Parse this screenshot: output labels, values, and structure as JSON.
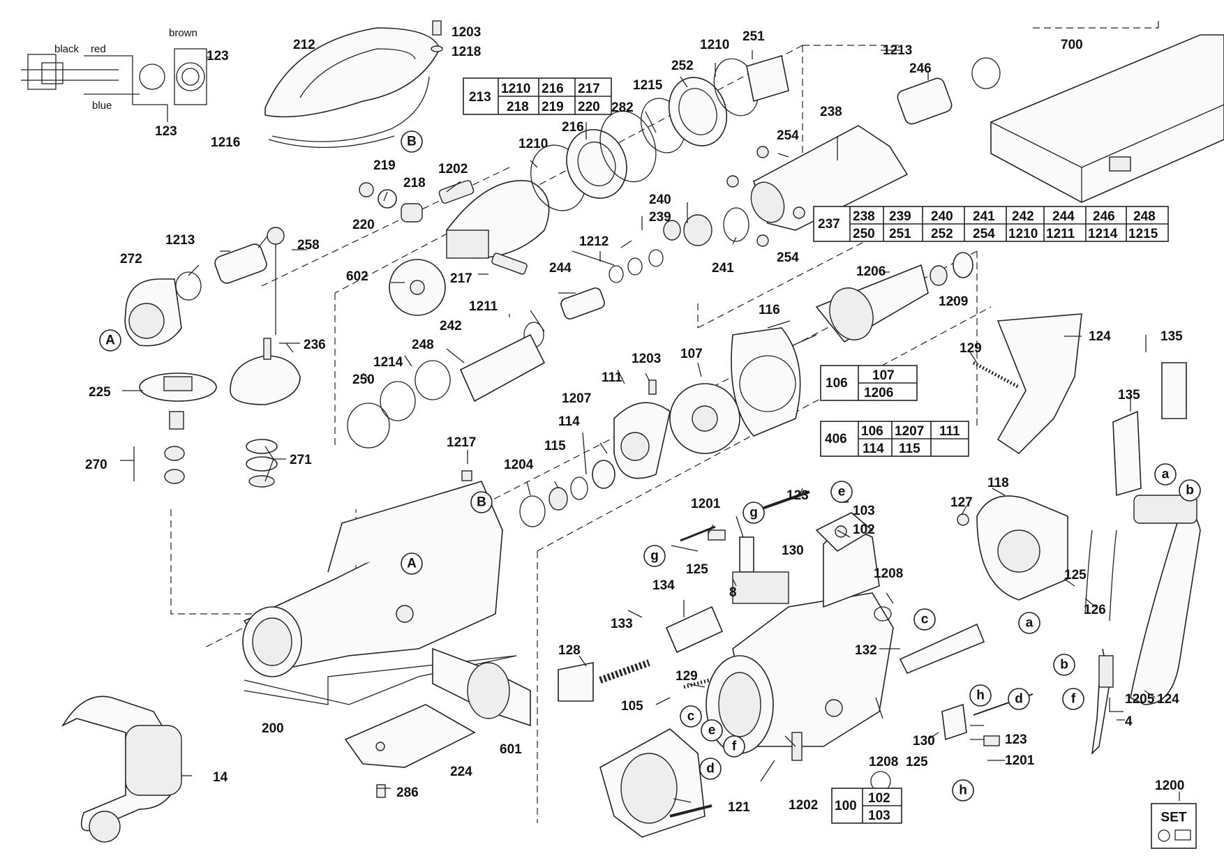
{
  "wiring": {
    "black": "black",
    "red": "red",
    "brown": "brown",
    "blue": "blue"
  },
  "labels": {
    "l123a": "123",
    "l123b": "123",
    "l212": "212",
    "l1203a": "1203",
    "l1218": "1218",
    "l1216": "1216",
    "l219": "219",
    "l1202a": "1202",
    "l218": "218",
    "l220": "220",
    "l1213a": "1213",
    "l258": "258",
    "l272": "272",
    "l602": "602",
    "l217": "217",
    "l1210a": "1210",
    "l216": "216",
    "l282": "282",
    "l1215": "1215",
    "l252": "252",
    "l1210b": "1210",
    "l251": "251",
    "l1213b": "1213",
    "l246": "246",
    "l700": "700",
    "l238": "238",
    "l254a": "254",
    "l254b": "254",
    "l240": "240",
    "l239": "239",
    "l241": "241",
    "l1212": "1212",
    "l244": "244",
    "l1211": "1211",
    "l242": "242",
    "l248": "248",
    "l1214": "1214",
    "l250": "250",
    "l236": "236",
    "l225": "225",
    "l270": "270",
    "l271": "271",
    "l1206": "1206",
    "l1209": "1209",
    "l116": "116",
    "l1203b": "1203",
    "l107": "107",
    "l111": "111",
    "l1207": "1207",
    "l114": "114",
    "l115": "115",
    "l1204": "1204",
    "l1217": "1217",
    "l124a": "124",
    "l135a": "135",
    "l135b": "135",
    "l129a": "129",
    "l118": "118",
    "l127": "127",
    "l1201a": "1201",
    "l123c": "123",
    "l103": "103",
    "l102": "102",
    "l130a": "130",
    "l125a": "125",
    "l134": "134",
    "l8": "8",
    "l1208a": "1208",
    "l133": "133",
    "l128": "128",
    "l132": "132",
    "l125b": "125",
    "l126": "126",
    "l124b": "124",
    "l1205": "1205",
    "l4": "4",
    "l129b": "129",
    "l105": "105",
    "l1208b": "1208",
    "l130b": "130",
    "l125c": "125",
    "l1201b": "1201",
    "l123d": "123",
    "l121": "121",
    "l1202b": "1202",
    "l200": "200",
    "l601": "601",
    "l224": "224",
    "l286": "286",
    "l14": "14",
    "l1200": "1200"
  },
  "circles": {
    "A1": "A",
    "A2": "A",
    "B1": "B",
    "B2": "B",
    "a": "a",
    "b": "b",
    "c1": "c",
    "c2": "c",
    "d1": "d",
    "d2": "d",
    "e1": "e",
    "e2": "e",
    "f1": "f",
    "f2": "f",
    "g1": "g",
    "g2": "g",
    "h1": "h",
    "h2": "h",
    "a2": "a",
    "b2": "b"
  },
  "tables": {
    "t213": {
      "key": "213",
      "row1": [
        "1210",
        "216",
        "217"
      ],
      "row2": [
        "218",
        "219",
        "220"
      ]
    },
    "t237": {
      "key": "237",
      "row1": [
        "238",
        "239",
        "240",
        "241",
        "242",
        "244",
        "246",
        "248"
      ],
      "row2": [
        "250",
        "251",
        "252",
        "254",
        "1210",
        "1211",
        "1214",
        "1215"
      ]
    },
    "t106": {
      "key": "106",
      "row1": [
        "107"
      ],
      "row2": [
        "1206"
      ]
    },
    "t406": {
      "key": "406",
      "row1": [
        "106",
        "1207",
        "111"
      ],
      "row2": [
        "114",
        "115",
        ""
      ]
    },
    "t100": {
      "key": "100",
      "row1": [
        "102"
      ],
      "row2": [
        "103"
      ]
    }
  },
  "set_badge": "SET"
}
